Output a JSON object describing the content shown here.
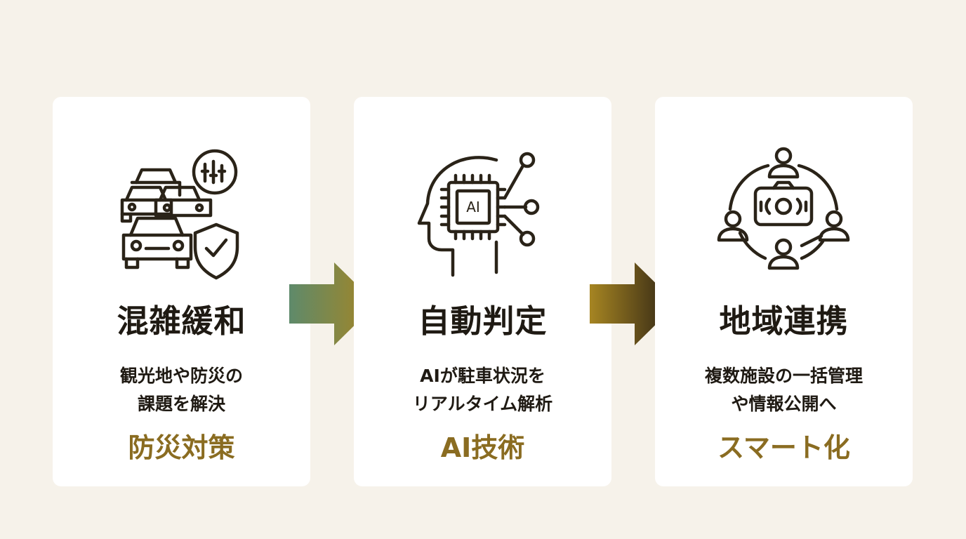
{
  "cards": [
    {
      "title": "混雑緩和",
      "desc_line1": "観光地や防災の",
      "desc_line2": "課題を解決",
      "tag": "防災対策",
      "icon": "traffic-safety-icon"
    },
    {
      "title": "自動判定",
      "desc_line1": "AIが駐車状況を",
      "desc_line2": "リアルタイム解析",
      "tag": "AI技術",
      "icon": "ai-head-icon",
      "chip_label": "AI"
    },
    {
      "title": "地域連携",
      "desc_line1": "複数施設の一括管理",
      "desc_line2": "や情報公開へ",
      "tag": "スマート化",
      "icon": "network-people-icon"
    }
  ],
  "colors": {
    "background": "#f6f2ea",
    "card": "#ffffff",
    "text": "#1f1a13",
    "accent": "#8a6c21",
    "arrow1_start": "#5e8a6b",
    "arrow1_end": "#a68522",
    "arrow2_start": "#a68522",
    "arrow2_end": "#2a2014"
  }
}
